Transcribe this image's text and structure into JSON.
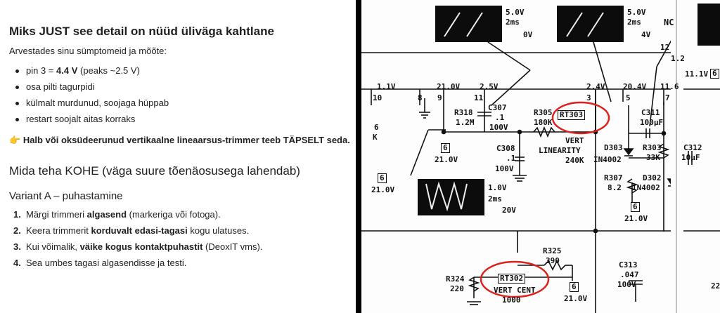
{
  "chat": {
    "heading1": "Miks JUST see detail on nüüd üliväga kahtlane",
    "intro": "Arvestades sinu sümptomeid ja mõõte:",
    "bullets": [
      {
        "pre": "pin 3 = ",
        "bold": "4.4 V",
        "post": " (peaks ~2.5 V)"
      },
      {
        "pre": "osa pilti tagurpidi",
        "bold": "",
        "post": ""
      },
      {
        "pre": "külmalt murdunud, soojaga hüppab",
        "bold": "",
        "post": ""
      },
      {
        "pre": "restart soojalt aitas korraks",
        "bold": "",
        "post": ""
      }
    ],
    "callout_emoji": "👉",
    "callout": "Halb või oksüdeerunud vertikaalne lineaarsus-trimmer teeb TÄPSELT seda.",
    "heading2": "Mida teha KOHE (väga suure tõenäosusega lahendab)",
    "heading3": "Variant A – puhastamine",
    "steps": [
      {
        "num": "1.",
        "pre": "Märgi trimmeri ",
        "bold": "algasend",
        "post": " (markeriga või fotoga)."
      },
      {
        "num": "2.",
        "pre": "Keera trimmerit ",
        "bold": "korduvalt edasi-tagasi",
        "post": " kogu ulatuses."
      },
      {
        "num": "3.",
        "pre": "Kui võimalik, ",
        "bold": "väike kogus kontaktpuhastit",
        "post": " (DeoxIT vms)."
      },
      {
        "num": "4.",
        "pre": "Sea umbes tagasi algasendisse ja testi.",
        "bold": "",
        "post": ""
      }
    ]
  },
  "schematic": {
    "scope1": {
      "v": "5.0V",
      "t": "2ms",
      "ref": "0V"
    },
    "scope2": {
      "v": "5.0V",
      "t": "2ms",
      "ref": "4V"
    },
    "scope3": {
      "v": "1.0V",
      "t": "2ms",
      "ref": "20V"
    },
    "nc": "NC",
    "pin12": "12",
    "v_1_2": "1.2",
    "v_11_1": "11.1V",
    "box6_right": "6",
    "pin_voltages": [
      "1.1V",
      "21.0V",
      "2.5V",
      "2.4V",
      "20.4V",
      "11.6"
    ],
    "pins": [
      "10",
      "8",
      "9",
      "11",
      "3",
      "5",
      "7"
    ],
    "r318": "R318",
    "r318_val": "1.2M",
    "c307": "C307",
    "c307_val": ".1",
    "c307_v": "100V",
    "r305": "R305",
    "r305_val": "180K",
    "rt303": "RT303",
    "vert_lin": [
      "VERT",
      "LINEARITY",
      "240K"
    ],
    "c308": "C308",
    "c308_val": ".1",
    "c308_v": "100V",
    "c311": "C311",
    "c311_val": "100µF",
    "d303": "D303",
    "d303_type": "IN4002",
    "r303": "R303",
    "r303_val": "33K",
    "c312": "C312",
    "c312_val": "10µF",
    "r307": "R307",
    "r307_val": "8.2",
    "d302": "D302",
    "d302_type": "IN4002",
    "c313": "C313",
    "c313_val": ".047",
    "c313_v": "100V",
    "r324": "R324",
    "r324_val": "220",
    "rt302": "RT302",
    "vert_cent": "VERT CENT",
    "rt302_val": "1000",
    "r325": "R325",
    "r325_val": "390",
    "node6": "6",
    "node6_v": "21.0V",
    "left6": "6",
    "left_k": "K",
    "right22": "22",
    "highlight_color": "#e0201a"
  }
}
